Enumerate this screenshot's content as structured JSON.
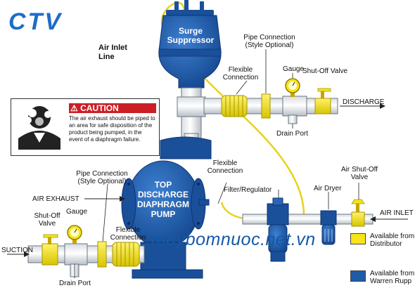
{
  "logo": {
    "text": "CTV"
  },
  "labels": {
    "air_inlet_line": "Air Inlet\nLine",
    "surge_suppressor": "Surge\nSuppressor",
    "flexible_connection_top": "Flexible\nConnection",
    "pipe_connection_top": "Pipe Connection\n(Style Optional)",
    "gauge_top": "Gauge",
    "shutoff_valve_top": "Shut-Off Valve",
    "discharge": "DISCHARGE",
    "drain_port_top": "Drain Port",
    "flexible_connection_mid": "Flexible\nConnection",
    "pipe_connection_left": "Pipe Connection\n(Style Optional)",
    "air_exhaust": "AIR EXHAUST",
    "pump_label": "TOP\nDISCHARGE\nDIAPHRAGM\nPUMP",
    "filter_regulator": "Filter/Regulator",
    "air_dryer": "Air Dryer",
    "air_shutoff_valve": "Air Shut-Off\nValve",
    "shutoff_valve_left": "Shut-Off\nValve",
    "gauge_left": "Gauge",
    "flexible_connection_bottom": "Flexible\nConnection",
    "suction": "SUCTION",
    "drain_port_bottom": "Drain Port",
    "air_inlet": "AIR INLET"
  },
  "caution": {
    "title": "CAUTION",
    "text": "The air exhaust should be piped to an area for safe disposition of the product being pumped, in the event of a diaphragm failure."
  },
  "watermark": "maybomnuoc.net.vn",
  "legend": [
    {
      "label": "Available from\nDistributor",
      "color": "#f7e41a"
    },
    {
      "label": "Available from\nWarren Rupp",
      "color": "#1f5ca8"
    }
  ]
}
